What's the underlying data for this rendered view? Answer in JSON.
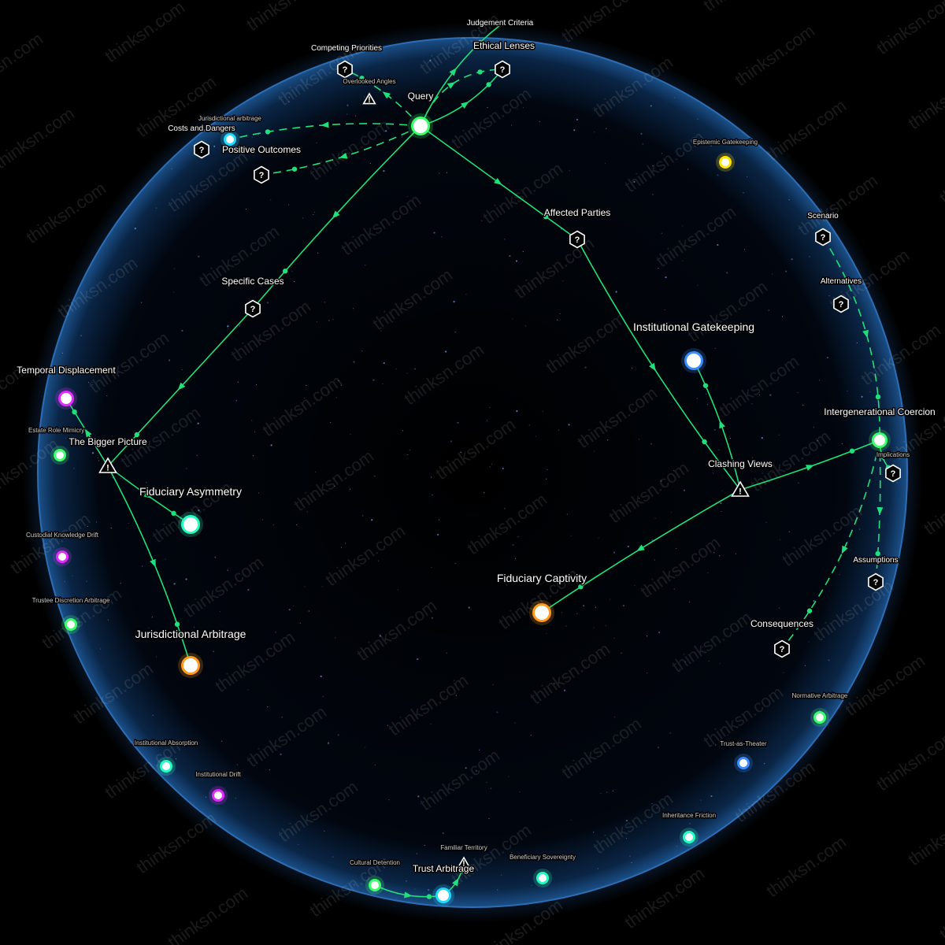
{
  "watermark": "thinksn.com",
  "colors": {
    "edge": "#1fe07a",
    "green": "#3cff6a",
    "teal": "#22ffc0",
    "cyan": "#22d8ff",
    "blue": "#3a8cff",
    "orange": "#ff9a1a",
    "yellow": "#ffe600",
    "magenta": "#e22cff",
    "sphere_rim": "#4a8cd6"
  },
  "nodes": [
    {
      "id": "query",
      "label": "Query",
      "kind": "circle",
      "color": "green",
      "size": "large",
      "interactable": true
    },
    {
      "id": "judgement",
      "label": "Judgement Criteria",
      "kind": "label",
      "interactable": true
    },
    {
      "id": "competing",
      "label": "Competing Priorities",
      "kind": "hex",
      "interactable": true
    },
    {
      "id": "ethical",
      "label": "Ethical Lenses",
      "kind": "hex",
      "interactable": true
    },
    {
      "id": "overlooked",
      "label": "Overlooked Angles",
      "kind": "triangle",
      "interactable": true
    },
    {
      "id": "juris_arb_small",
      "label": "Jurisdictional arbitrage",
      "kind": "circle",
      "color": "cyan",
      "size": "small",
      "interactable": true
    },
    {
      "id": "costs",
      "label": "Costs and Dangers",
      "kind": "hex",
      "interactable": true
    },
    {
      "id": "positive",
      "label": "Positive Outcomes",
      "kind": "hex",
      "interactable": true
    },
    {
      "id": "affected",
      "label": "Affected Parties",
      "kind": "hex",
      "interactable": true
    },
    {
      "id": "specific",
      "label": "Specific Cases",
      "kind": "hex",
      "interactable": true
    },
    {
      "id": "epistemic",
      "label": "Epistemic Gatekeeping",
      "kind": "circle",
      "color": "yellow",
      "size": "small",
      "interactable": true
    },
    {
      "id": "scenario",
      "label": "Scenario",
      "kind": "hex",
      "interactable": true
    },
    {
      "id": "alternatives",
      "label": "Alternatives",
      "kind": "hex",
      "interactable": true
    },
    {
      "id": "inst_gate",
      "label": "Institutional Gatekeeping",
      "kind": "circle",
      "color": "blue",
      "size": "large",
      "interactable": true
    },
    {
      "id": "temporal",
      "label": "Temporal Displacement",
      "kind": "circle",
      "color": "magenta",
      "size": "medium",
      "interactable": true
    },
    {
      "id": "estate",
      "label": "Estate Role Mimicry",
      "kind": "circle",
      "color": "green",
      "size": "small",
      "interactable": true
    },
    {
      "id": "bigger",
      "label": "The Bigger Picture",
      "kind": "triangle",
      "interactable": true
    },
    {
      "id": "intergen",
      "label": "Intergenerational Coercion",
      "kind": "circle",
      "color": "green",
      "size": "medium",
      "interactable": true
    },
    {
      "id": "implications",
      "label": "Implications",
      "kind": "hex",
      "interactable": true
    },
    {
      "id": "clashing",
      "label": "Clashing Views",
      "kind": "triangle",
      "interactable": true
    },
    {
      "id": "fid_asym",
      "label": "Fiduciary Asymmetry",
      "kind": "circle",
      "color": "teal",
      "size": "large",
      "interactable": true
    },
    {
      "id": "custodial",
      "label": "Custodial Knowledge Drift",
      "kind": "circle",
      "color": "magenta",
      "size": "small",
      "interactable": true
    },
    {
      "id": "fid_capt",
      "label": "Fiduciary Captivity",
      "kind": "circle",
      "color": "orange",
      "size": "large",
      "interactable": true
    },
    {
      "id": "assumptions",
      "label": "Assumptions",
      "kind": "hex",
      "interactable": true
    },
    {
      "id": "trustee",
      "label": "Trustee Discretion Arbitrage",
      "kind": "circle",
      "color": "green",
      "size": "small",
      "interactable": true
    },
    {
      "id": "consequences",
      "label": "Consequences",
      "kind": "hex",
      "interactable": true
    },
    {
      "id": "juris_arb",
      "label": "Jurisdictional Arbitrage",
      "kind": "circle",
      "color": "orange",
      "size": "large",
      "interactable": true
    },
    {
      "id": "normative",
      "label": "Normative Arbitrage",
      "kind": "circle",
      "color": "green",
      "size": "small",
      "interactable": true
    },
    {
      "id": "inst_abs",
      "label": "Institutional Absorption",
      "kind": "circle",
      "color": "teal",
      "size": "small",
      "interactable": true
    },
    {
      "id": "trust_theater",
      "label": "Trust-as-Theater",
      "kind": "circle",
      "color": "blue",
      "size": "small",
      "interactable": true
    },
    {
      "id": "inst_drift",
      "label": "Institutional Drift",
      "kind": "circle",
      "color": "magenta",
      "size": "small",
      "interactable": true
    },
    {
      "id": "inherit",
      "label": "Inheritance Friction",
      "kind": "circle",
      "color": "teal",
      "size": "small",
      "interactable": true
    },
    {
      "id": "familiar",
      "label": "Familiar Territory",
      "kind": "triangle",
      "interactable": true
    },
    {
      "id": "benef",
      "label": "Beneficiary Sovereignty",
      "kind": "circle",
      "color": "teal",
      "size": "small",
      "interactable": true
    },
    {
      "id": "cultural",
      "label": "Cultural Detention",
      "kind": "circle",
      "color": "green",
      "size": "small",
      "interactable": true
    },
    {
      "id": "trust_arb",
      "label": "Trust Arbitrage",
      "kind": "circle",
      "color": "cyan",
      "size": "medium",
      "interactable": true
    }
  ],
  "edges": [
    {
      "from": "query",
      "to": "affected",
      "style": "solid"
    },
    {
      "from": "affected",
      "to": "clashing",
      "style": "solid"
    },
    {
      "from": "clashing",
      "to": "inst_gate",
      "style": "solid"
    },
    {
      "from": "clashing",
      "to": "fid_capt",
      "style": "solid"
    },
    {
      "from": "clashing",
      "to": "intergen",
      "style": "solid"
    },
    {
      "from": "query",
      "to": "specific",
      "style": "solid"
    },
    {
      "from": "specific",
      "to": "bigger",
      "style": "solid"
    },
    {
      "from": "bigger",
      "to": "temporal",
      "style": "solid"
    },
    {
      "from": "bigger",
      "to": "fid_asym",
      "style": "solid"
    },
    {
      "from": "bigger",
      "to": "juris_arb",
      "style": "solid"
    },
    {
      "from": "query",
      "to": "judgement",
      "style": "solid"
    },
    {
      "from": "query",
      "to": "ethical",
      "style": "solid"
    },
    {
      "from": "query",
      "to": "ethical",
      "style": "dashed"
    },
    {
      "from": "query",
      "to": "competing",
      "style": "dashed"
    },
    {
      "from": "query",
      "to": "juris_arb_small",
      "style": "dashed"
    },
    {
      "from": "query",
      "to": "positive",
      "style": "dashed"
    },
    {
      "from": "scenario",
      "to": "intergen",
      "style": "dashed"
    },
    {
      "from": "intergen",
      "to": "assumptions",
      "style": "dashed"
    },
    {
      "from": "intergen",
      "to": "consequences",
      "style": "dashed"
    },
    {
      "from": "intergen",
      "to": "implications",
      "style": "solid"
    },
    {
      "from": "cultural",
      "to": "trust_arb",
      "style": "solid"
    },
    {
      "from": "trust_arb",
      "to": "familiar",
      "style": "solid"
    }
  ]
}
